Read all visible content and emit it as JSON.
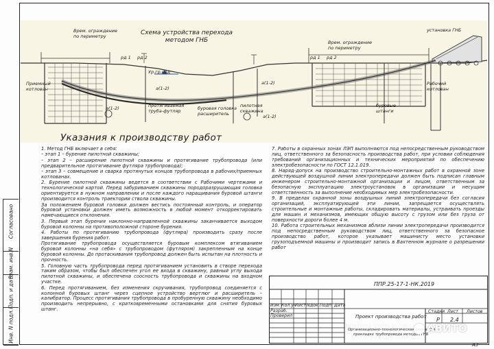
{
  "sidebar": {
    "label_1": "Согласовано",
    "label_2": "Взам. инв.N",
    "label_3": "Подп. и дата",
    "label_4": "Инв. N подл."
  },
  "drawing": {
    "scheme_title_line1": "Схема устройства перехода",
    "scheme_title_line2": "методом ГНБ",
    "labels": {
      "fence_left_1": "Врем. ограждение",
      "fence_left_2": "по периметру",
      "fence_right_1": "Врем. ограждение",
      "fence_right_2": "по периметру",
      "install_1": "установка ГНБ",
      "rd1": "рд 1",
      "rd2": "рд 2",
      "rd3": "рд 1",
      "rd4": "рд 2",
      "water": "Ур.гр.вод",
      "a1": "а(1-2)",
      "a2": "а(1-2)",
      "a3": "а(1-2)",
      "a4": "а(1-2)",
      "left_pit_1": "Приемный",
      "left_pit_2": "котлован",
      "right_pit_1": "Рабочий",
      "right_pit_2": "котлован",
      "pipe_1": "протягиваемая",
      "pipe_2": "труба-футляр",
      "reamer_1": "буровая головка",
      "reamer_2": "расширитель",
      "pilot_1": "пилотная",
      "pilot_2": "скважина",
      "rods_1": "буровые",
      "rods_2": "штанги"
    }
  },
  "section_title": "Указания к производству работ",
  "notes_left": [
    "1. Метод ГНБ включает в себя:",
    "– этап 1 – бурение пилотной скважины;",
    "– этап 2 – расширение пилотной скважины и протягивание трубопровода (или предварительное протягивание футляра трубопровода);",
    "– этап 3 – совмещение и сварка протянутых концов трубопровода в рабочих/приемных котлованах.",
    "2. Бурение пилотной скважины ведется в соответствии с Рабочими чертежами и технологической картой. Перед забуриванием скважины породоразрушающая головка ориентируется в нужном направлении и после каждого наращивания буровой штанги производится контроль траектории ствола скважины.",
    "За положением буровой головки должен вестись постоянный контроль, и оператор буровой установки должен иметь возможность в любой момент откорректировать намечающиеся отклонения.",
    "3. Первый этап бурения наклонно-направленной скважины заканчивается выходом буровой колонны на противоположной стороне бурения.",
    "4. Работы по протягиванию трубопровода (футляра) производить сразу после завершения бурения работ.",
    "Протягивание трубопровода осуществляется буровым комплексом втягиванием буровой колонны «на себя» с трубопроводом (футляром) закрепленным на конце буровой колонны. До протаскивания трубопровод должен быть испытан на плотность и прочность.",
    "5. Головную часть трубопровода перед протягиванием установить в створе перехода таким образом, чтобы был обеспечен угол ее входа в скважину, равный углу выхода пилотной скважины, и обеспечена соосность трубопровода и скважины на входном участке.",
    "6. Перед протягиванием, без изменения скручивания, трубопровод соединяется с колонной буровых штанг через сцепное устройство вертлюг и расширитель – калибратор. Процесс протягивания трубопровода в пробуренную скважину необходимо производить непрерывно, с кратковременными остановками для снятия буровых штанг."
  ],
  "notes_right": [
    "7. Работы в охранных зонах ЛЭП выполняются под непосредственным руководством лиц, ответственного за безопасность производства работ, при условии соблюдения требований организационных и технических мероприятий по обеспечению электробезопасности по ГОСТ 12.1.019.",
    "8. Наряд-допуск на производство строительно-монтажных работ в охранной зоне действующей воздушной линии электропередачи должен быть подписан главным инженером строительно-монтажной организации и лицом, ответственным за безопасную эксплуатацию электроустановок в организации и несущим ответственность за выполнение необходимых мер электробезопасности.",
    "9. В пределах охранной зоны воздушных линий электропередачи без согласия организаций, эксплуатирующей эти линии, запрещается осуществлять строительные и монтажные работы, складировать материалы, устраивать проезды для машин и механизмов, имеющих общую высоту с грузом или без груза от поверхности дороги более 4 м.",
    "10. Работа строительных механизмов вблизи линии электропередачи производится под непосредственным руководством лиц, ответственного за безопасное производство работ, которое указывает машинисту место установки грузоподъемной машины и производит запись в Вахтенном журнале о разрешении работ"
  ],
  "title_block": {
    "doc_number": "ППР.25-17-1-НК.2019",
    "col_izm": "Изм.",
    "col_kol": "Кол.уч",
    "col_list": "Лист",
    "col_ndok": "Nдок.",
    "col_podp": "Подп.",
    "col_data": "Дата",
    "razrab": "Разраб.",
    "proveril": "Проверил",
    "project_name": "Проект производства работ",
    "sheet_name_1": "Организационно-технологическая схема при",
    "sheet_name_2": "прокладке трубопровода методом ГНБ",
    "stadia_label": "Стадия",
    "list_label": "Лист",
    "listov_label": "Листов",
    "stadia_value": "Р",
    "list_value": "2.4",
    "listov_value": ""
  },
  "format": "А3",
  "watermark": "АВИТО"
}
